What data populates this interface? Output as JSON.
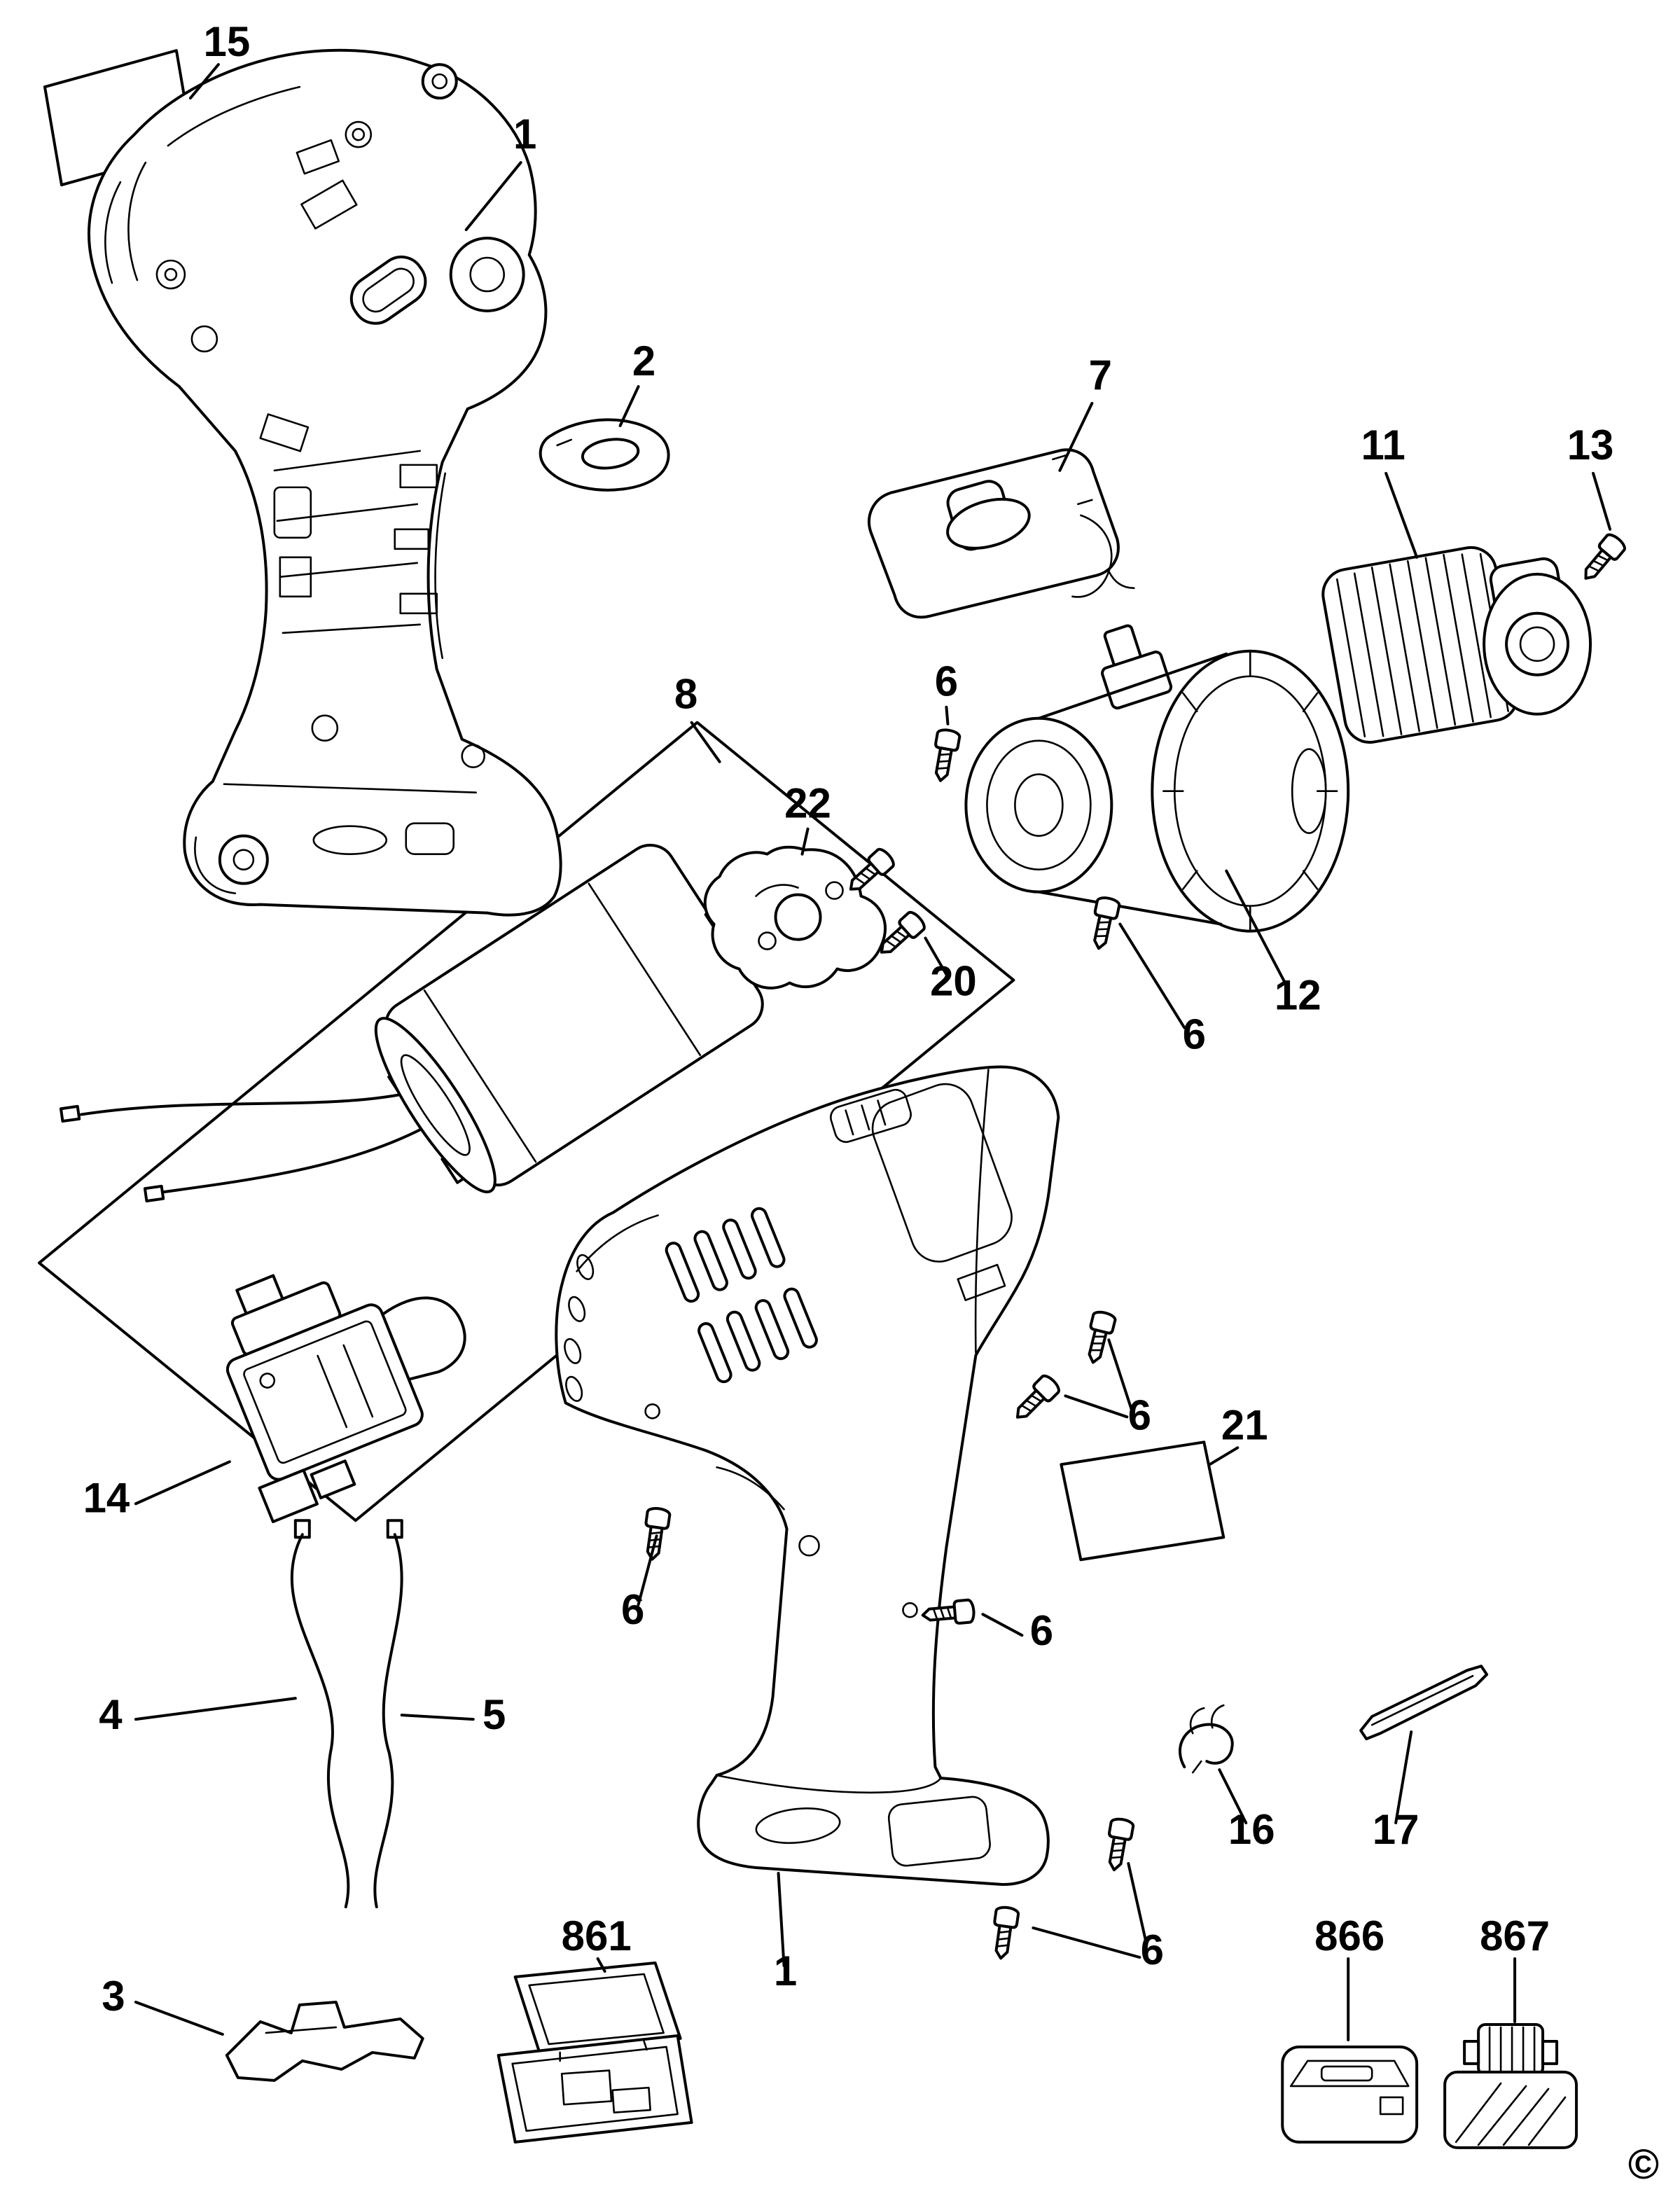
{
  "diagram": {
    "type": "exploded-parts-diagram",
    "subject": "cordless-drill-driver",
    "copyright": "©",
    "colors": {
      "background": "#ffffff",
      "line": "#000000"
    },
    "callouts": [
      {
        "num": "15",
        "name": "label-sticker"
      },
      {
        "num": "1",
        "name": "clamshell-housing-half"
      },
      {
        "num": "2",
        "name": "belt-hook"
      },
      {
        "num": "7",
        "name": "cover-plate"
      },
      {
        "num": "11",
        "name": "chuck"
      },
      {
        "num": "13",
        "name": "chuck-screw"
      },
      {
        "num": "8",
        "name": "motor-assembly"
      },
      {
        "num": "6",
        "name": "screw"
      },
      {
        "num": "22",
        "name": "motor-end-plate"
      },
      {
        "num": "20",
        "name": "screw"
      },
      {
        "num": "12",
        "name": "gearbox-clutch"
      },
      {
        "num": "6",
        "name": "screw"
      },
      {
        "num": "6",
        "name": "screw"
      },
      {
        "num": "21",
        "name": "label-sticker"
      },
      {
        "num": "14",
        "name": "switch-assembly"
      },
      {
        "num": "6",
        "name": "screw"
      },
      {
        "num": "6",
        "name": "screw"
      },
      {
        "num": "4",
        "name": "lead-wire"
      },
      {
        "num": "5",
        "name": "lead-wire"
      },
      {
        "num": "16",
        "name": "spring-clip"
      },
      {
        "num": "17",
        "name": "screwdriver-bit"
      },
      {
        "num": "861",
        "name": "kitbox"
      },
      {
        "num": "1",
        "name": "housing-assembly"
      },
      {
        "num": "6",
        "name": "screw"
      },
      {
        "num": "3",
        "name": "base-insert"
      },
      {
        "num": "866",
        "name": "charger"
      },
      {
        "num": "867",
        "name": "battery-pack"
      }
    ]
  }
}
